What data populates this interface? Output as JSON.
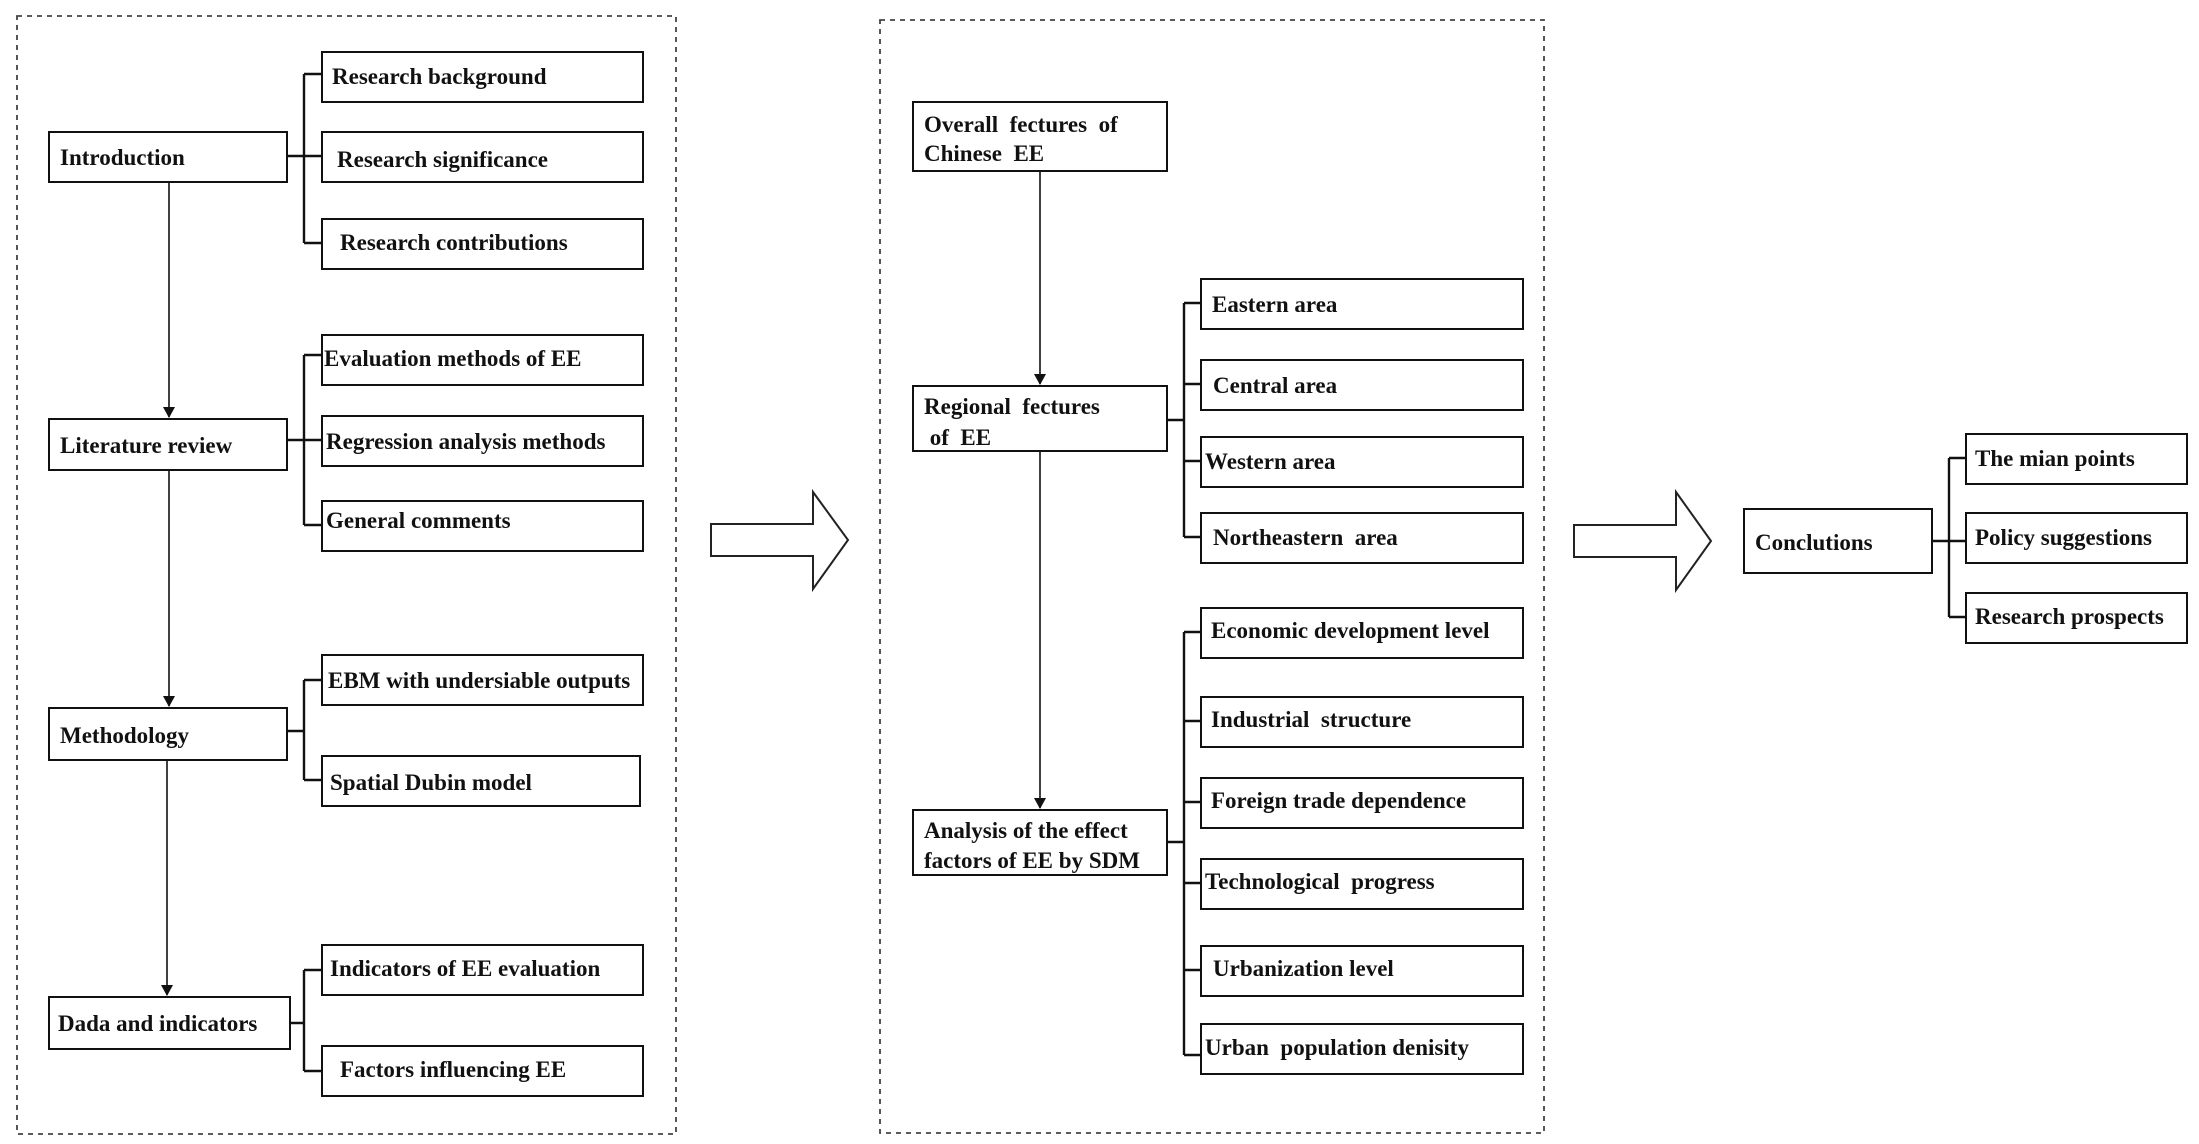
{
  "panel1": {
    "introduction": {
      "title": "Introduction",
      "items": [
        "Research background",
        "Research significance",
        "Research contributions"
      ]
    },
    "literature": {
      "title": "Literature review",
      "items": [
        "Evaluation methods of EE",
        "Regression analysis methods",
        "General comments"
      ]
    },
    "methodology": {
      "title": "Methodology",
      "items": [
        "EBM with undersiable outputs",
        "Spatial Dubin model"
      ]
    },
    "data": {
      "title": "Dada and indicators",
      "items": [
        "Indicators of EE evaluation",
        "Factors influencing EE"
      ]
    }
  },
  "panel2": {
    "overall": [
      "Overall  fectures  of",
      "Chinese  EE"
    ],
    "regional": {
      "title": [
        "Regional  fectures",
        " of  EE"
      ],
      "items": [
        "Eastern area",
        "Central area",
        "Western area",
        "Northeastern  area"
      ]
    },
    "analysis": {
      "title": [
        "Analysis of the effect",
        "factors of EE by SDM"
      ],
      "items": [
        "Economic development level",
        "Industrial  structure",
        "Foreign trade dependence",
        "Technological  progress",
        "Urbanization level",
        "Urban  population denisity"
      ]
    }
  },
  "panel3": {
    "title": "Conclutions",
    "items": [
      "The mian points",
      "Policy suggestions",
      "Research prospects"
    ]
  }
}
